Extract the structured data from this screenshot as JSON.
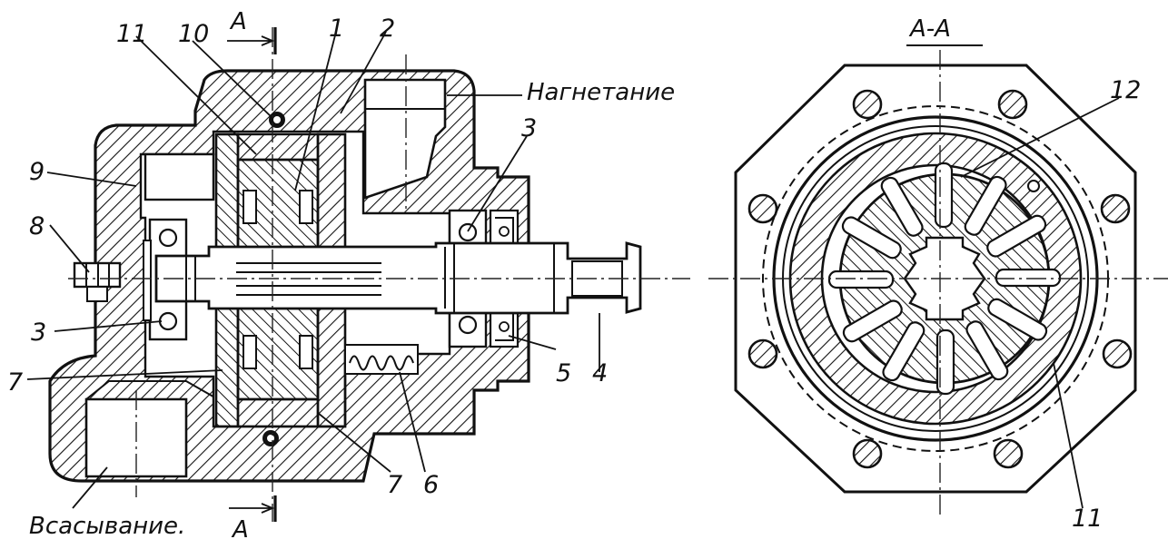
{
  "labels": {
    "n1": "1",
    "n2": "2",
    "n3_top": "3",
    "n3_left": "3",
    "n4": "4",
    "n5": "5",
    "n6": "6",
    "n7_left": "7",
    "n7_bottom": "7",
    "n8": "8",
    "n9": "9",
    "n10": "10",
    "n11_top": "11",
    "n11_right": "11",
    "n12": "12"
  },
  "section": {
    "mark_top": "А",
    "mark_bottom": "А",
    "view_title": "А-А"
  },
  "ports": {
    "discharge": "Нагнетание",
    "suction": "Всасывание."
  }
}
